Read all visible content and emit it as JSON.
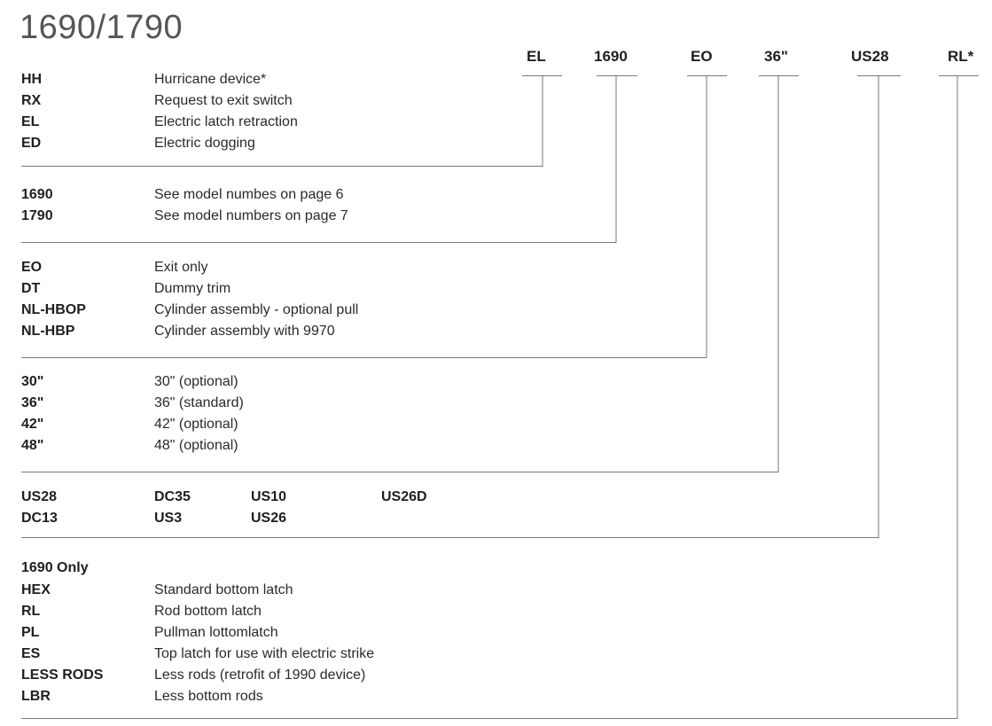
{
  "title": "1690/1790",
  "header_codes": [
    "EL",
    "1690",
    "EO",
    "36\"",
    "US28",
    "RL*"
  ],
  "sections": [
    {
      "rows": [
        {
          "code": "HH",
          "desc": "Hurricane device*"
        },
        {
          "code": "RX",
          "desc": "Request to exit switch"
        },
        {
          "code": "EL",
          "desc": "Electric latch retraction"
        },
        {
          "code": "ED",
          "desc": "Electric dogging"
        }
      ]
    },
    {
      "rows": [
        {
          "code": "1690",
          "desc": "See model numbes on page 6"
        },
        {
          "code": "1790",
          "desc": "See model numbers on page 7"
        }
      ]
    },
    {
      "rows": [
        {
          "code": "EO",
          "desc": "Exit only"
        },
        {
          "code": "DT",
          "desc": "Dummy trim"
        },
        {
          "code": "NL-HBOP",
          "desc": "Cylinder assembly - optional pull"
        },
        {
          "code": "NL-HBP",
          "desc": "Cylinder assembly with 9970"
        }
      ]
    },
    {
      "rows": [
        {
          "code": "30\"",
          "desc": "30\" (optional)"
        },
        {
          "code": "36\"",
          "desc": "36\" (standard)"
        },
        {
          "code": "42\"",
          "desc": "42\" (optional)"
        },
        {
          "code": "48\"",
          "desc": "48\" (optional)"
        }
      ]
    },
    {
      "finishes": [
        [
          "US28",
          "DC35",
          "US10",
          "US26D"
        ],
        [
          "DC13",
          "US3",
          "US26"
        ]
      ]
    },
    {
      "subtitle": "1690 Only",
      "rows": [
        {
          "code": "HEX",
          "desc": "Standard bottom latch"
        },
        {
          "code": "RL",
          "desc": "Rod bottom latch"
        },
        {
          "code": "PL",
          "desc": "Pullman lottomlatch"
        },
        {
          "code": "ES",
          "desc": "Top latch for use with electric strike"
        },
        {
          "code": "LESS RODS",
          "desc": "Less rods (retrofit of 1990 device)"
        },
        {
          "code": "LBR",
          "desc": "Less bottom rods"
        }
      ]
    }
  ]
}
